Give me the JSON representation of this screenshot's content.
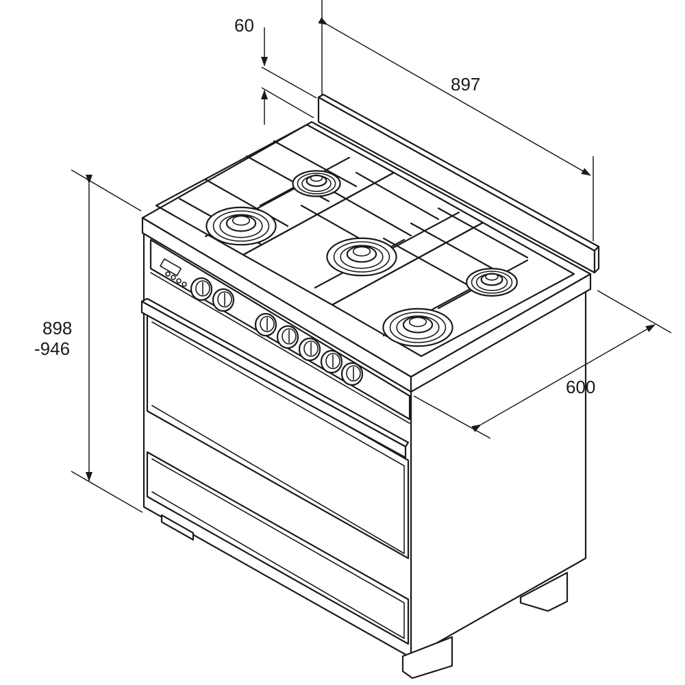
{
  "dimensions": {
    "backguard_height": "60",
    "width": "897",
    "height_line1": "898",
    "height_line2": "-946",
    "depth": "600"
  },
  "colors": {
    "line": "#1a1a1a",
    "background": "#ffffff"
  },
  "burners": [
    {
      "name": "burner-rear-left"
    },
    {
      "name": "burner-front-left"
    },
    {
      "name": "burner-center"
    },
    {
      "name": "burner-rear-right"
    },
    {
      "name": "burner-front-right"
    }
  ],
  "knobs_count": 7
}
